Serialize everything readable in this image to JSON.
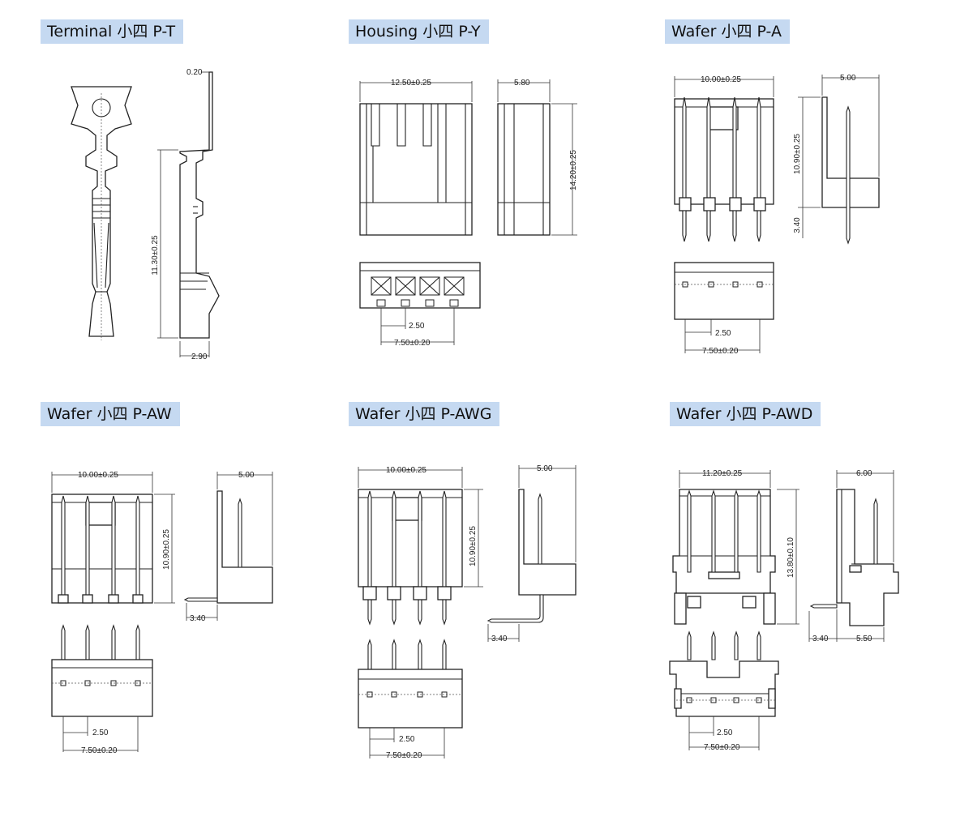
{
  "panels": {
    "pt": {
      "title": "Terminal 小四 P-T",
      "dims": {
        "top": "0.20",
        "height": "11.30±0.25",
        "width": "2.90"
      }
    },
    "py": {
      "title": "Housing 小四 P-Y",
      "dims": {
        "width": "12.50±0.25",
        "depth": "5.80",
        "height": "14.20±0.25",
        "pitch": "2.50",
        "span": "7.50±0.20"
      }
    },
    "pa": {
      "title": "Wafer 小四 P-A",
      "dims": {
        "width": "10.00±0.25",
        "depth": "5.00",
        "height": "10.90±0.25",
        "pin": "3.40",
        "pitch": "2.50",
        "span": "7.50±0.20"
      }
    },
    "paw": {
      "title": "Wafer 小四 P-AW",
      "dims": {
        "width": "10.00±0.25",
        "depth": "5.00",
        "height": "10.90±0.25",
        "pin": "3.40",
        "pitch": "2.50",
        "span": "7.50±0.20"
      }
    },
    "pawg": {
      "title": "Wafer 小四 P-AWG",
      "dims": {
        "width": "10.00±0.25",
        "depth": "5.00",
        "height": "10.90±0.25",
        "pin": "3.40",
        "pitch": "2.50",
        "span": "7.50±0.20"
      }
    },
    "pawd": {
      "title": "Wafer 小四 P-AWD",
      "dims": {
        "width": "11.20±0.25",
        "depth": "6.00",
        "height": "13.80±0.10",
        "pin": "3.40",
        "base": "5.50",
        "pitch": "2.50",
        "span": "7.50±0.20"
      }
    }
  }
}
